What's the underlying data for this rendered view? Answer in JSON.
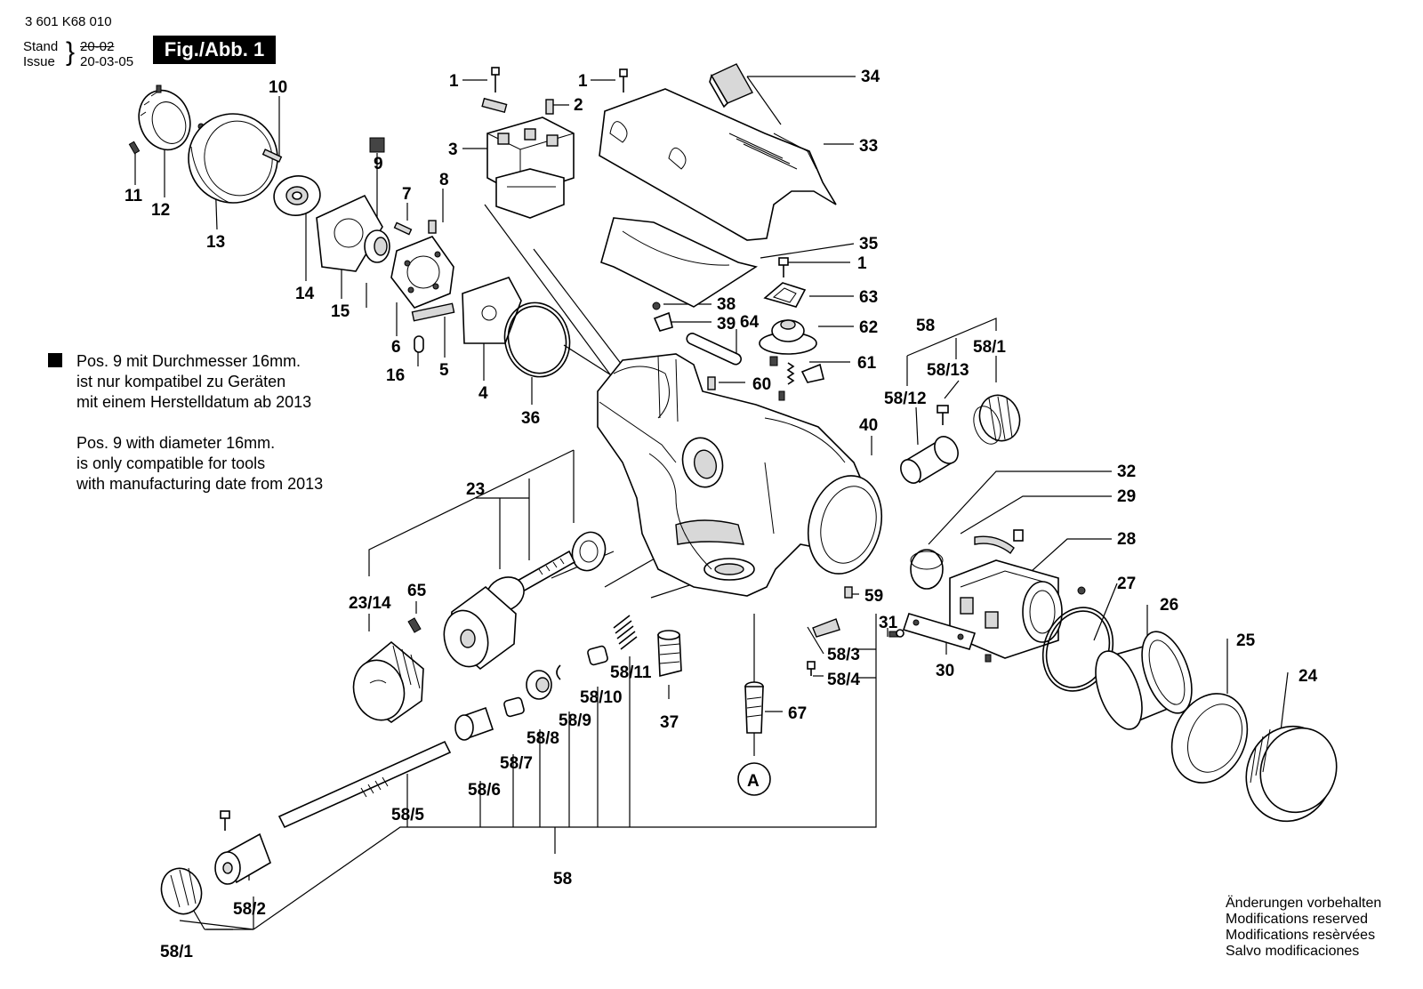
{
  "header": {
    "part_number": "3 601 K68 010",
    "stand_label": "Stand",
    "issue_label": "Issue",
    "stand_value": "20-02",
    "issue_value": "20-03-05",
    "figure_badge": "Fig./Abb. 1"
  },
  "notes": {
    "german": [
      "Pos. 9 mit Durchmesser 16mm.",
      "ist nur kompatibel zu Geräten",
      "mit einem Herstelldatum ab 2013"
    ],
    "english": [
      "Pos. 9 with diameter 16mm.",
      "is only compatible for tools",
      "with manufacturing date from 2013"
    ]
  },
  "footer": [
    "Änderungen vorbehalten",
    "Modifications reserved",
    "Modifications resèrvées",
    "Salvo modificaciones"
  ],
  "callouts": {
    "c1a": "1",
    "c1b": "1",
    "c1c": "1",
    "c2": "2",
    "c3": "3",
    "c4": "4",
    "c5": "5",
    "c6": "6",
    "c7": "7",
    "c8": "8",
    "c9": "9",
    "c10": "10",
    "c11": "11",
    "c12": "12",
    "c13": "13",
    "c14": "14",
    "c15": "15",
    "c16": "16",
    "c23": "23",
    "c23_14": "23/14",
    "c24": "24",
    "c25": "25",
    "c26": "26",
    "c27": "27",
    "c28": "28",
    "c29": "29",
    "c30": "30",
    "c31": "31",
    "c32": "32",
    "c33": "33",
    "c34": "34",
    "c35": "35",
    "c36": "36",
    "c37": "37",
    "c38": "38",
    "c39": "39",
    "c40": "40",
    "c58a": "58",
    "c58b": "58",
    "c58_1a": "58/1",
    "c58_1b": "58/1",
    "c58_2": "58/2",
    "c58_3": "58/3",
    "c58_4": "58/4",
    "c58_5": "58/5",
    "c58_6": "58/6",
    "c58_7": "58/7",
    "c58_8": "58/8",
    "c58_9": "58/9",
    "c58_10": "58/10",
    "c58_11": "58/11",
    "c58_12": "58/12",
    "c58_13": "58/13",
    "c59": "59",
    "c60": "60",
    "c61": "61",
    "c62": "62",
    "c63": "63",
    "c64": "64",
    "c65": "65",
    "c67": "67",
    "cA": "A"
  }
}
